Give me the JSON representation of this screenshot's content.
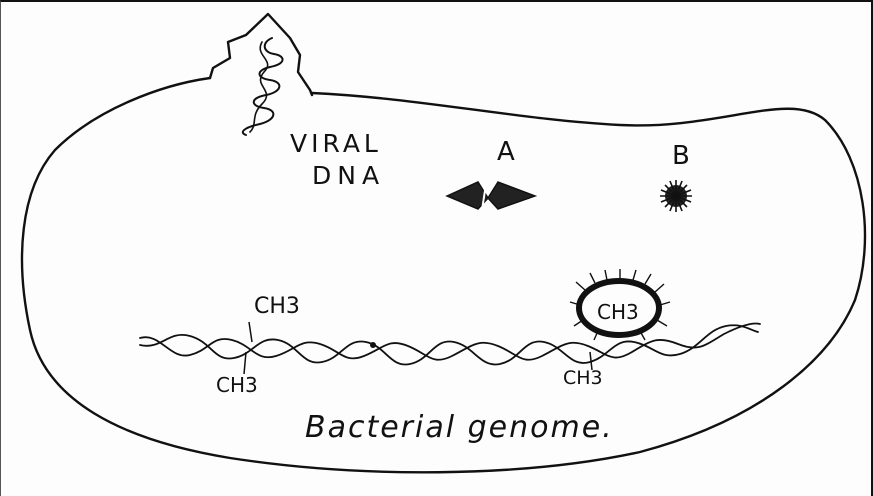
{
  "labels": {
    "viral_dna_line1": "VIRAL",
    "viral_dna_line2": "DNA",
    "enzyme_a": "A",
    "enzyme_b": "B",
    "methyl_top": "CH3",
    "methyl_bottom": "CH3",
    "methyl_bound": "CH3",
    "methyl_right": "CH3",
    "genome": "Bacterial genome."
  }
}
